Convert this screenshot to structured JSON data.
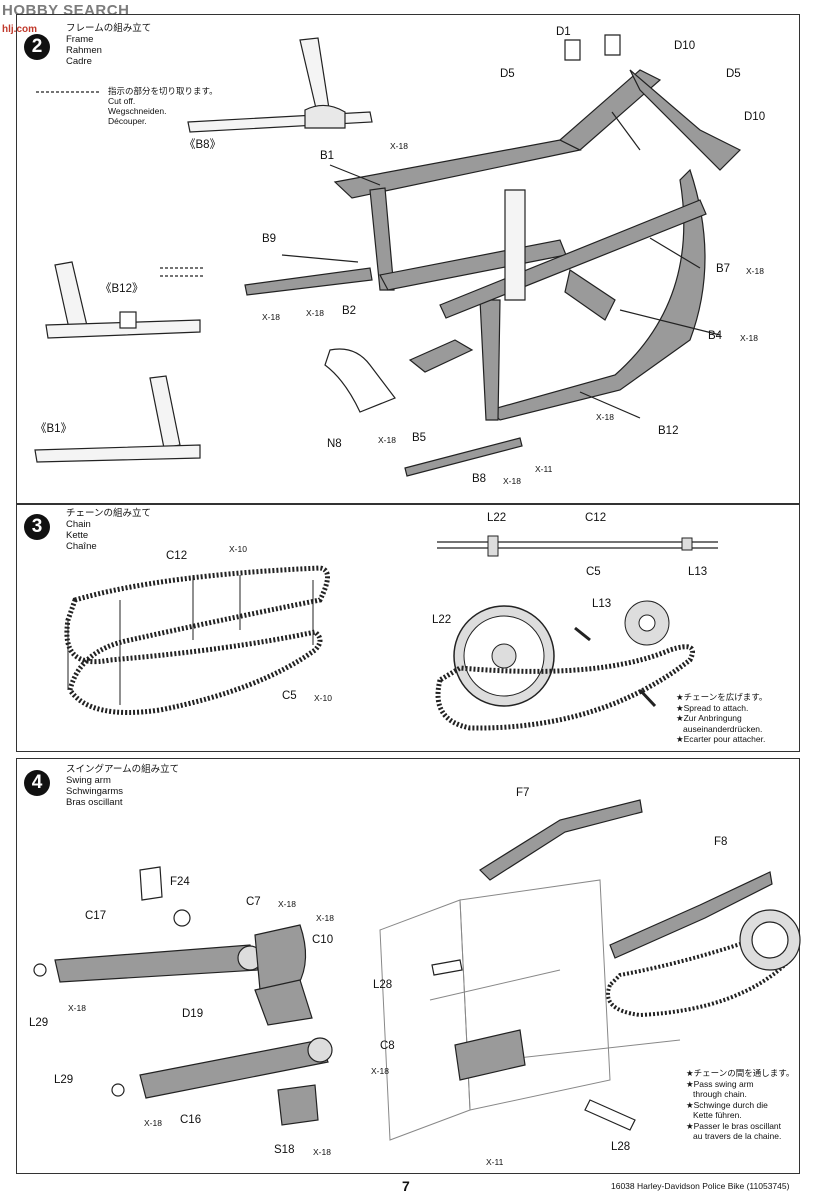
{
  "watermark": {
    "brand": "HOBBY SEARCH",
    "site": "hlj.com"
  },
  "step2": {
    "num": "2",
    "title_ja": "フレームの組み立て",
    "title_en": "Frame",
    "title_de": "Rahmen",
    "title_fr": "Cadre",
    "cut_ja": "指示の部分を切り取ります。",
    "cut_en": "Cut off.",
    "cut_de": "Wegschneiden.",
    "cut_fr": "Découper.",
    "inset_b8": "《B8》",
    "inset_b12": "《B12》",
    "inset_b1": "《B1》",
    "labels": {
      "d1": "D1",
      "d10a": "D10",
      "d5a": "D5",
      "d5b": "D5",
      "d10b": "D10",
      "b1": "B1",
      "b9": "B9",
      "b7": "B7",
      "b2": "B2",
      "b4": "B4",
      "b5": "B5",
      "n8": "N8",
      "b12": "B12",
      "b8": "B8"
    },
    "screws": {
      "x18": "X-18",
      "x11": "X-11"
    }
  },
  "step3": {
    "num": "3",
    "title_ja": "チェーンの組み立て",
    "title_en": "Chain",
    "title_de": "Kette",
    "title_fr": "Chaîne",
    "labels": {
      "c12a": "C12",
      "c5a": "C5",
      "l22a": "L22",
      "c12b": "C12",
      "c5b": "C5",
      "l13a": "L13",
      "l22b": "L22",
      "l13b": "L13"
    },
    "screw": "X-10",
    "note_ja": "★チェーンを広げます。",
    "note_en": "★Spread to attach.",
    "note_de1": "★Zur Anbringung",
    "note_de2": "auseinanderdrücken.",
    "note_fr": "★Ecarter pour attacher."
  },
  "step4": {
    "num": "4",
    "title_ja": "スイングアームの組み立て",
    "title_en": "Swing arm",
    "title_de": "Schwingarms",
    "title_fr": "Bras oscillant",
    "labels": {
      "f7": "F7",
      "f8": "F8",
      "f24": "F24",
      "c17": "C17",
      "c7": "C7",
      "c10": "C10",
      "l28a": "L28",
      "l29a": "L29",
      "d19": "D19",
      "c8": "C8",
      "l29b": "L29",
      "c16": "C16",
      "s18": "S18",
      "l28b": "L28"
    },
    "screws": {
      "x18": "X-18",
      "x11": "X-11"
    },
    "note_ja": "★チェーンの間を通します。",
    "note_en1": "★Pass swing arm",
    "note_en2": "through chain.",
    "note_de1": "★Schwinge durch die",
    "note_de2": "Kette führen.",
    "note_fr1": "★Passer le bras oscillant",
    "note_fr2": "au travers de la chaine."
  },
  "footer": {
    "page": "7",
    "product": "16038  Harley-Davidson Police Bike (11053745)"
  }
}
